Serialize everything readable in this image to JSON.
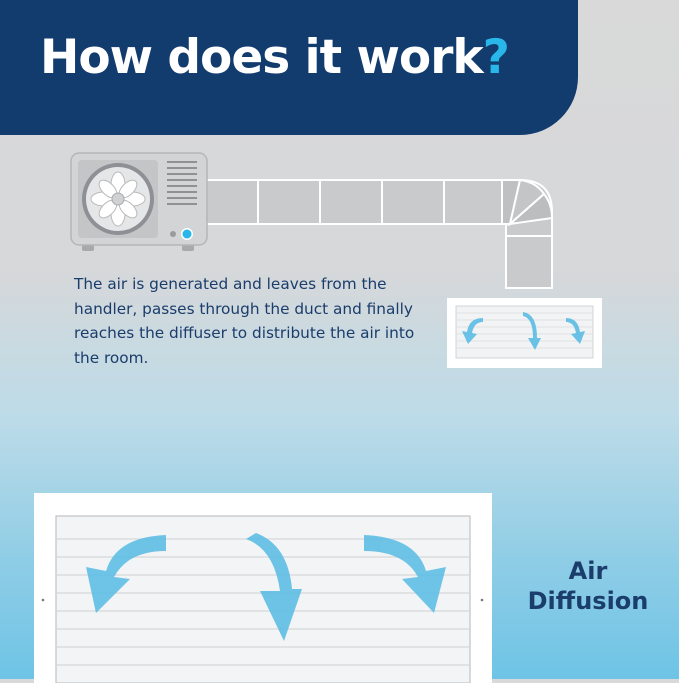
{
  "header": {
    "title_main": "How does it work",
    "title_mark": "?"
  },
  "description": "The air is generated and leaves from the handler, passes through the duct and finally reaches the diffuser to distribute the air into the room.",
  "label": {
    "line1": "Air",
    "line2": "Diffusion"
  },
  "colors": {
    "header_bg": "#123b6e",
    "accent": "#29b6e8",
    "text_dark": "#1b3d6b",
    "arrow": "#5bbde4"
  }
}
